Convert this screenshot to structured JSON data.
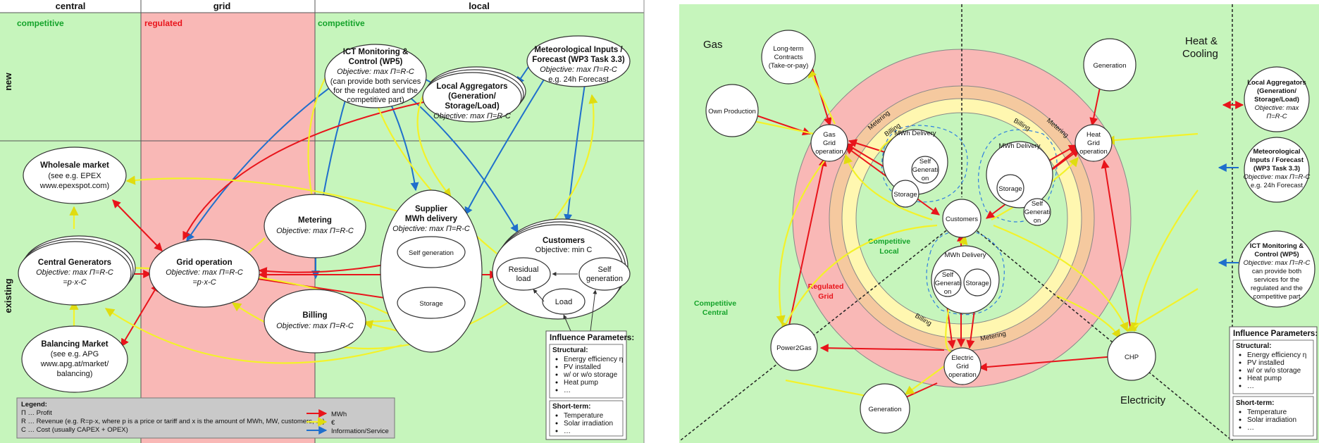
{
  "left": {
    "col_headers": [
      "central",
      "grid",
      "local"
    ],
    "row_labels": [
      "new",
      "existing"
    ],
    "zone_labels": {
      "competitive_left": "competitive",
      "regulated": "regulated",
      "competitive_right": "competitive"
    },
    "nodes": {
      "ict": [
        "ICT Monitoring &",
        "Control (WP5)",
        "Objective: max Π=R-C",
        "(can provide both services",
        "for the regulated and the",
        "competitive part)"
      ],
      "met": [
        "Meteorological Inputs /",
        "Forecast (WP3 Task 3.3)",
        "Objective: max Π=R-C",
        "e.g. 24h Forecast"
      ],
      "agg": [
        "Local Aggregators",
        "(Generation/",
        "Storage/Load)",
        "Objective: max Π=R-C"
      ],
      "wholesale": [
        "Wholesale market",
        "(see e.g. EPEX",
        "www.epexspot.com)"
      ],
      "central_gen": [
        "Central Generators",
        "Objective: max Π=R-C",
        "=p·x-C"
      ],
      "balancing": [
        "Balancing Market",
        "(see e.g. APG",
        "www.apg.at/market/",
        "balancing)"
      ],
      "grid_op": [
        "Grid operation",
        "Objective: max Π=R-C",
        "=p·x-C"
      ],
      "metering": [
        "Metering",
        "Objective: max Π=R-C"
      ],
      "billing": [
        "Billing",
        "Objective: max Π=R-C"
      ],
      "supplier": [
        "Supplier",
        "MWh delivery",
        "Objective: max Π=R-C"
      ],
      "self_gen": "Self generation",
      "storage": "Storage",
      "customers": [
        "Customers",
        "Objective: min C"
      ],
      "residual": [
        "Residual",
        "load"
      ],
      "cust_selfgen": [
        "Self",
        "generation"
      ],
      "load": "Load"
    },
    "influence": {
      "title": "Influence Parameters:",
      "structural_title": "Structural:",
      "structural": [
        "Energy efficiency η",
        "PV installed",
        "w/ or w/o storage",
        "Heat pump",
        "…"
      ],
      "short_title": "Short-term:",
      "short": [
        "Temperature",
        "Solar irradiation",
        "…"
      ]
    },
    "legend": {
      "title": "Legend:",
      "lines": [
        "Π … Profit",
        "R … Revenue (e.g. R=p·x, where p is a price or tariff and x is the amount of MWh, MW, customers, …)",
        "C … Cost (usually CAPEX + OPEX)"
      ],
      "keys": [
        "MWh",
        "€",
        "Information/Service"
      ]
    }
  },
  "right": {
    "sector_labels": {
      "gas": "Gas",
      "heat": [
        "Heat &",
        "Cooling"
      ],
      "electricity": "Electricity"
    },
    "zones": {
      "comp_central": [
        "Competitive",
        "Central"
      ],
      "reg_grid": [
        "Regulated",
        "Grid"
      ],
      "comp_local": [
        "Competitive",
        "Local"
      ]
    },
    "ring_labels": {
      "metering": "Metering",
      "billing": "Billing"
    },
    "nodes": {
      "long_term": [
        "Long-term",
        "Contracts",
        "(Take-or-pay)"
      ],
      "own_prod": "Own Production",
      "generation_top": "Generation",
      "gas_grid": [
        "Gas",
        "Grid",
        "operation"
      ],
      "heat_grid": [
        "Heat",
        "Grid",
        "operation"
      ],
      "customers": "Customers",
      "mwh1": "MWh Delivery",
      "mwh2": "MWh Delivery",
      "mwh3": "MWh Delivery",
      "self_gen": [
        "Self",
        "Generati",
        "on"
      ],
      "storage": "Storage",
      "power2gas": "Power2Gas",
      "chp": "CHP",
      "elec_grid": [
        "Electric",
        "Grid",
        "operation"
      ],
      "generation_bottom": "Generation"
    },
    "side": {
      "agg": [
        "Local Aggregators",
        "(Generation/",
        "Storage/Load)",
        "Objective: max",
        "Π=R-C"
      ],
      "met": [
        "Meteorological",
        "Inputs / Forecast",
        "(WP3 Task 3.3)",
        "Objective: max Π=R-C",
        "e.g. 24h Forecast"
      ],
      "ict": [
        "ICT Monitoring &",
        "Control (WP5)",
        "Objective: max Π=R-C",
        "can provide both",
        "services for the",
        "regulated and the",
        "competitive part"
      ]
    },
    "influence": {
      "title": "Influence Parameters:",
      "structural_title": "Structural:",
      "structural": [
        "Energy efficiency η",
        "PV installed",
        "w/ or w/o storage",
        "Heat pump",
        "…"
      ],
      "short_title": "Short-term:",
      "short": [
        "Temperature",
        "Solar irradiation",
        "…"
      ]
    }
  },
  "colors": {
    "green": "#c6f5bc",
    "red_zone": "#f9b8b6",
    "mwh": "#e8141b",
    "euro": "#f3f22a",
    "info": "#1f6fcc"
  }
}
